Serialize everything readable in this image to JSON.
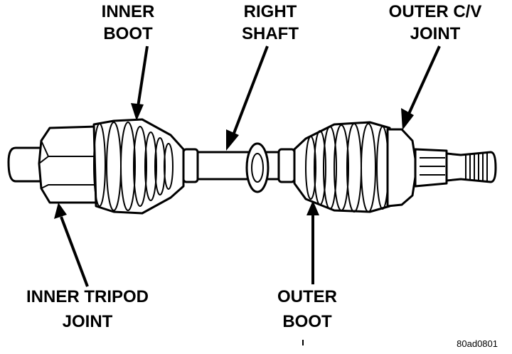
{
  "diagram": {
    "title": "Drive Shaft Assembly",
    "figure_code": "80ad0801",
    "labels": {
      "inner_boot": [
        "INNER",
        "BOOT"
      ],
      "right_shaft": [
        "RIGHT",
        "SHAFT"
      ],
      "outer_cv_joint": [
        "OUTER C/V",
        "JOINT"
      ],
      "inner_tripod_joint": [
        "INNER TRIPOD",
        "JOINT"
      ],
      "outer_boot": [
        "OUTER",
        "BOOT"
      ]
    },
    "colors": {
      "ink": "#000000",
      "paper": "#ffffff"
    }
  }
}
